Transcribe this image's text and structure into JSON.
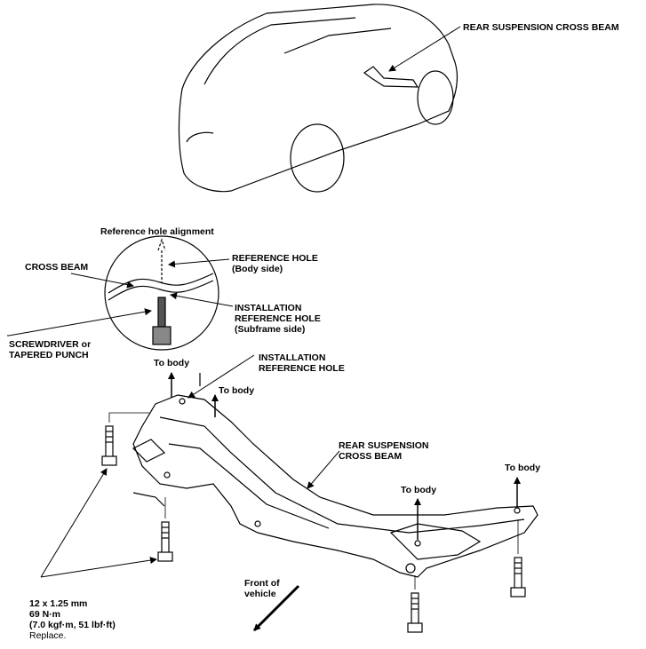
{
  "labels": {
    "rear_cross_beam_top": "REAR SUSPENSION CROSS BEAM",
    "reference_hole_alignment": "Reference hole alignment",
    "cross_beam": "CROSS BEAM",
    "reference_hole_line1": "REFERENCE HOLE",
    "reference_hole_line2": "(Body side)",
    "installation_ref_line1": "INSTALLATION",
    "installation_ref_line2": "REFERENCE HOLE",
    "installation_ref_line3": "(Subframe side)",
    "screwdriver_line1": "SCREWDRIVER or",
    "screwdriver_line2": "TAPERED PUNCH",
    "to_body_1": "To body",
    "to_body_2": "To body",
    "to_body_3": "To body",
    "to_body_4": "To body",
    "installation_ref_hole_line1": "INSTALLATION",
    "installation_ref_hole_line2": "REFERENCE HOLE",
    "rear_cross_beam_line1": "REAR SUSPENSION",
    "rear_cross_beam_line2": "CROSS BEAM",
    "front_of_vehicle_line1": "Front of",
    "front_of_vehicle_line2": "vehicle",
    "torque_line1": "12 x 1.25 mm",
    "torque_line2": "69 N·m",
    "torque_line3": "(7.0 kgf·m, 51 lbf·ft)",
    "torque_line4": "Replace."
  }
}
